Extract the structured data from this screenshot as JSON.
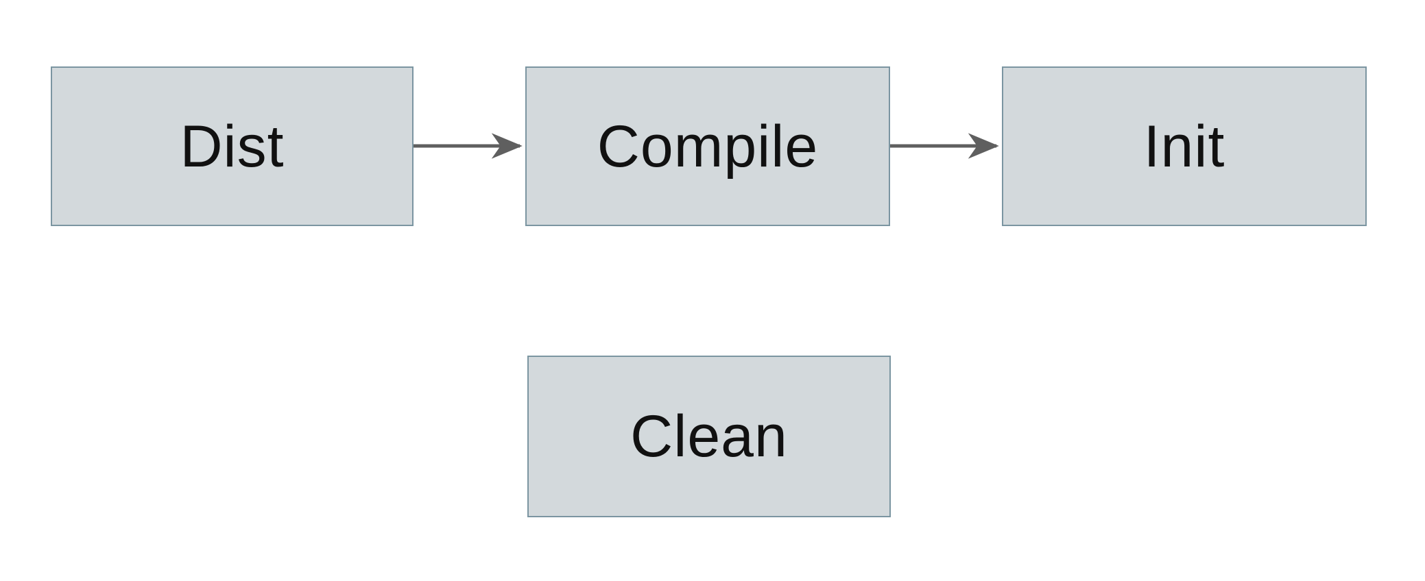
{
  "diagram": {
    "nodes": [
      {
        "id": "dist",
        "label": "Dist"
      },
      {
        "id": "compile",
        "label": "Compile"
      },
      {
        "id": "init",
        "label": "Init"
      },
      {
        "id": "clean",
        "label": "Clean"
      }
    ],
    "edges": [
      {
        "from": "dist",
        "to": "compile",
        "style": "arrow"
      },
      {
        "from": "compile",
        "to": "init",
        "style": "arrow"
      }
    ],
    "colors": {
      "background": "#ffffff",
      "node_fill": "#d3d9dc",
      "node_border": "#7b95a1",
      "arrow": "#5f5f5f",
      "text": "#111111"
    }
  }
}
